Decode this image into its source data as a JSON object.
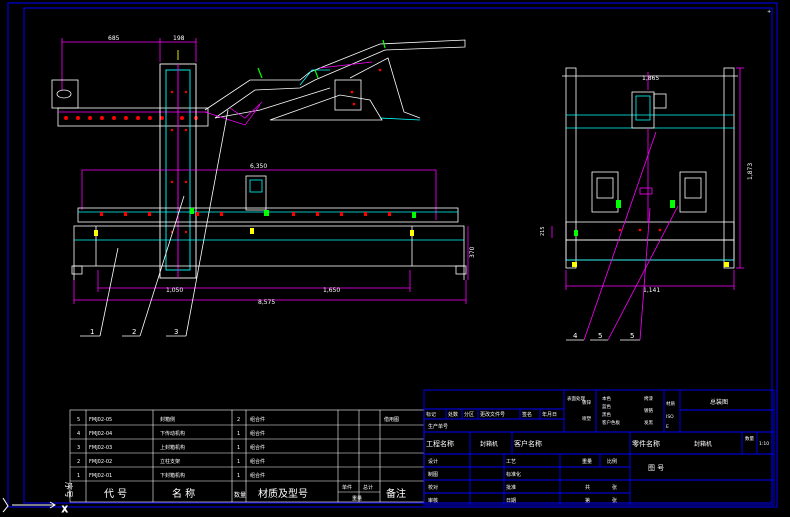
{
  "colors": {
    "background": "#000000",
    "frame": "#0000ff",
    "outline": "#ffffff",
    "dimension": "#ff00ff",
    "machine": "#00ffff",
    "accent_red": "#ff0000",
    "accent_green": "#00ff00",
    "accent_yellow": "#ffff00"
  },
  "dimensions": {
    "d_685": "685",
    "d_198": "198",
    "d_6350": "6,350",
    "d_370": "370",
    "d_1050": "1,050",
    "d_1650": "1,650",
    "d_8575": "8,575",
    "d_1865": "1,865",
    "d_1873": "1,873",
    "d_1141": "1,141",
    "d_side": "215"
  },
  "callouts": [
    "1",
    "2",
    "3",
    "4",
    "5",
    "5"
  ],
  "parts_list": {
    "rows": [
      {
        "no": "5",
        "code": "FMJ02-05",
        "name": "封箱侧",
        "qty": "2",
        "material": "组合件",
        "note": "借用图"
      },
      {
        "no": "4",
        "code": "FMJ02-04",
        "name": "下传动机构",
        "qty": "1",
        "material": "组合件",
        "note": ""
      },
      {
        "no": "3",
        "code": "FMJ02-03",
        "name": "上封箱机构",
        "qty": "1",
        "material": "组合件",
        "note": ""
      },
      {
        "no": "2",
        "code": "FMJ02-02",
        "name": "立柱支架",
        "qty": "1",
        "material": "组合件",
        "note": ""
      },
      {
        "no": "1",
        "code": "FMJ02-01",
        "name": "下封箱机构",
        "qty": "1",
        "material": "组合件",
        "note": ""
      }
    ],
    "header": {
      "no": "序号",
      "code": "代 号",
      "name": "名 称",
      "qty": "数量",
      "material": "材质及型号",
      "single": "单件",
      "total": "总计",
      "weight": "重量",
      "note": "备注"
    }
  },
  "title_block": {
    "rev_headers": [
      "标记",
      "处数",
      "分区",
      "更改文件号",
      "签名",
      "年月日"
    ],
    "production_no": "生产单号",
    "surface_label": "表面处理",
    "surface_opts_a": [
      "镀锌",
      "喷塑"
    ],
    "surface_opts_b": [
      "本色",
      "蓝色",
      "黑色",
      "客户色板"
    ],
    "surface_opts_c": [
      "烤漆",
      "镀铬",
      "发黑"
    ],
    "material_label": "材质",
    "drawing_kind": "总装图",
    "project_name_label": "工程名称",
    "project_name": "封箱机",
    "customer_label": "客户名称",
    "part_name_label": "零件名称",
    "part_name": "封箱机",
    "qty_label": "数量",
    "design": "设计",
    "craft": "工艺",
    "weight": "重量",
    "scale": "比例",
    "draw": "制图",
    "standardize": "标准化",
    "check": "校对",
    "approve": "批准",
    "review": "审核",
    "date": "日期",
    "total_sheets": "共",
    "sheet_unit": "张",
    "sheet_no": "第",
    "drawing_no_label": "图 号",
    "scale_value": "1:10",
    "iso_a": "ISO",
    "iso_b": "E"
  }
}
